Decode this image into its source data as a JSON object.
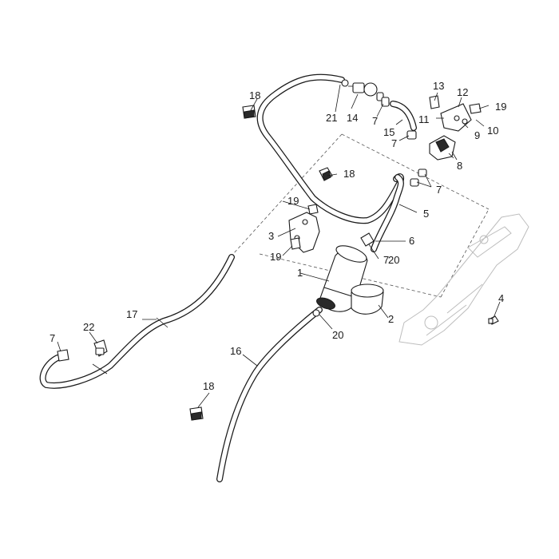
{
  "diagram": {
    "callouts": [
      {
        "id": "c1",
        "text": "1"
      },
      {
        "id": "c2",
        "text": "2"
      },
      {
        "id": "c3",
        "text": "3"
      },
      {
        "id": "c4",
        "text": "4"
      },
      {
        "id": "c5",
        "text": "5"
      },
      {
        "id": "c6",
        "text": "6"
      },
      {
        "id": "c7a",
        "text": "7"
      },
      {
        "id": "c7b",
        "text": "7"
      },
      {
        "id": "c7c",
        "text": "7"
      },
      {
        "id": "c7d",
        "text": "7"
      },
      {
        "id": "c7e",
        "text": "7"
      },
      {
        "id": "c8",
        "text": "8"
      },
      {
        "id": "c9",
        "text": "9"
      },
      {
        "id": "c10",
        "text": "10"
      },
      {
        "id": "c11",
        "text": "11"
      },
      {
        "id": "c12",
        "text": "12"
      },
      {
        "id": "c13",
        "text": "13"
      },
      {
        "id": "c14",
        "text": "14"
      },
      {
        "id": "c15",
        "text": "15"
      },
      {
        "id": "c16",
        "text": "16"
      },
      {
        "id": "c17",
        "text": "17"
      },
      {
        "id": "c18a",
        "text": "18"
      },
      {
        "id": "c18b",
        "text": "18"
      },
      {
        "id": "c18c",
        "text": "18"
      },
      {
        "id": "c19a",
        "text": "19"
      },
      {
        "id": "c19b",
        "text": "19"
      },
      {
        "id": "c19c",
        "text": "19"
      },
      {
        "id": "c20a",
        "text": "20"
      },
      {
        "id": "c20b",
        "text": "20"
      },
      {
        "id": "c21",
        "text": "21"
      },
      {
        "id": "c22",
        "text": "22"
      }
    ]
  }
}
